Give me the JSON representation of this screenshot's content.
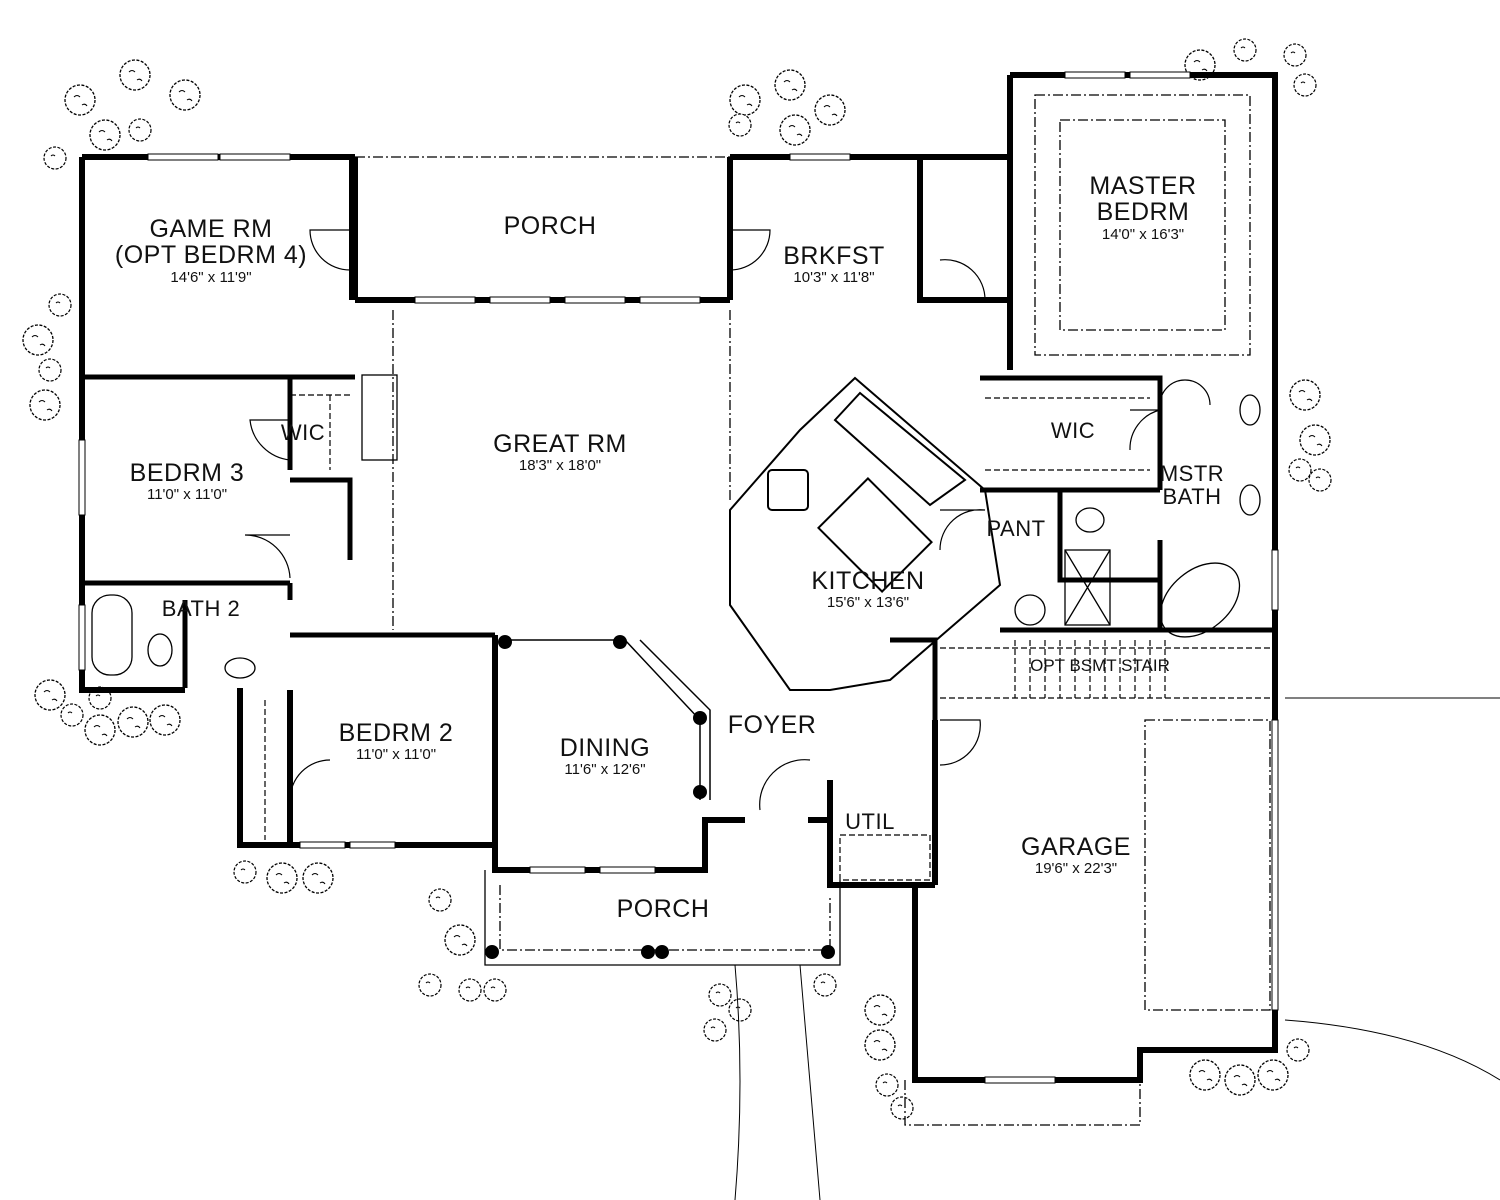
{
  "plan": {
    "type": "residential floor plan",
    "colors": {
      "wall": "#000000",
      "background": "#ffffff",
      "text": "#111111"
    },
    "rooms": [
      {
        "id": "game-room",
        "name": "GAME RM",
        "name2": "(OPT BEDRM 4)",
        "dimensions": "14'6\" x 11'9\""
      },
      {
        "id": "rear-porch",
        "name": "PORCH"
      },
      {
        "id": "breakfast",
        "name": "BRKFST",
        "dimensions": "10'3\" x 11'8\""
      },
      {
        "id": "master-bedroom",
        "name": "MASTER",
        "name2": "BEDRM",
        "dimensions": "14'0\" x 16'3\""
      },
      {
        "id": "bedroom-3-wic",
        "name": "WIC"
      },
      {
        "id": "bedroom-3",
        "name": "BEDRM 3",
        "dimensions": "11'0\" x 11'0\""
      },
      {
        "id": "great-room",
        "name": "GREAT RM",
        "dimensions": "18'3\" x 18'0\""
      },
      {
        "id": "master-wic",
        "name": "WIC"
      },
      {
        "id": "master-bath",
        "name": "MSTR",
        "name2": "BATH"
      },
      {
        "id": "pantry",
        "name": "PANT"
      },
      {
        "id": "kitchen",
        "name": "KITCHEN",
        "dimensions": "15'6\" x 13'6\""
      },
      {
        "id": "bath-2",
        "name": "BATH 2"
      },
      {
        "id": "basement-stair",
        "name": "OPT BSMT STAIR"
      },
      {
        "id": "bedroom-2",
        "name": "BEDRM 2",
        "dimensions": "11'0\" x 11'0\""
      },
      {
        "id": "dining",
        "name": "DINING",
        "dimensions": "11'6\" x 12'6\""
      },
      {
        "id": "foyer",
        "name": "FOYER"
      },
      {
        "id": "utility",
        "name": "UTIL"
      },
      {
        "id": "garage",
        "name": "GARAGE",
        "dimensions": "19'6\" x 22'3\""
      },
      {
        "id": "front-porch",
        "name": "PORCH"
      }
    ]
  }
}
